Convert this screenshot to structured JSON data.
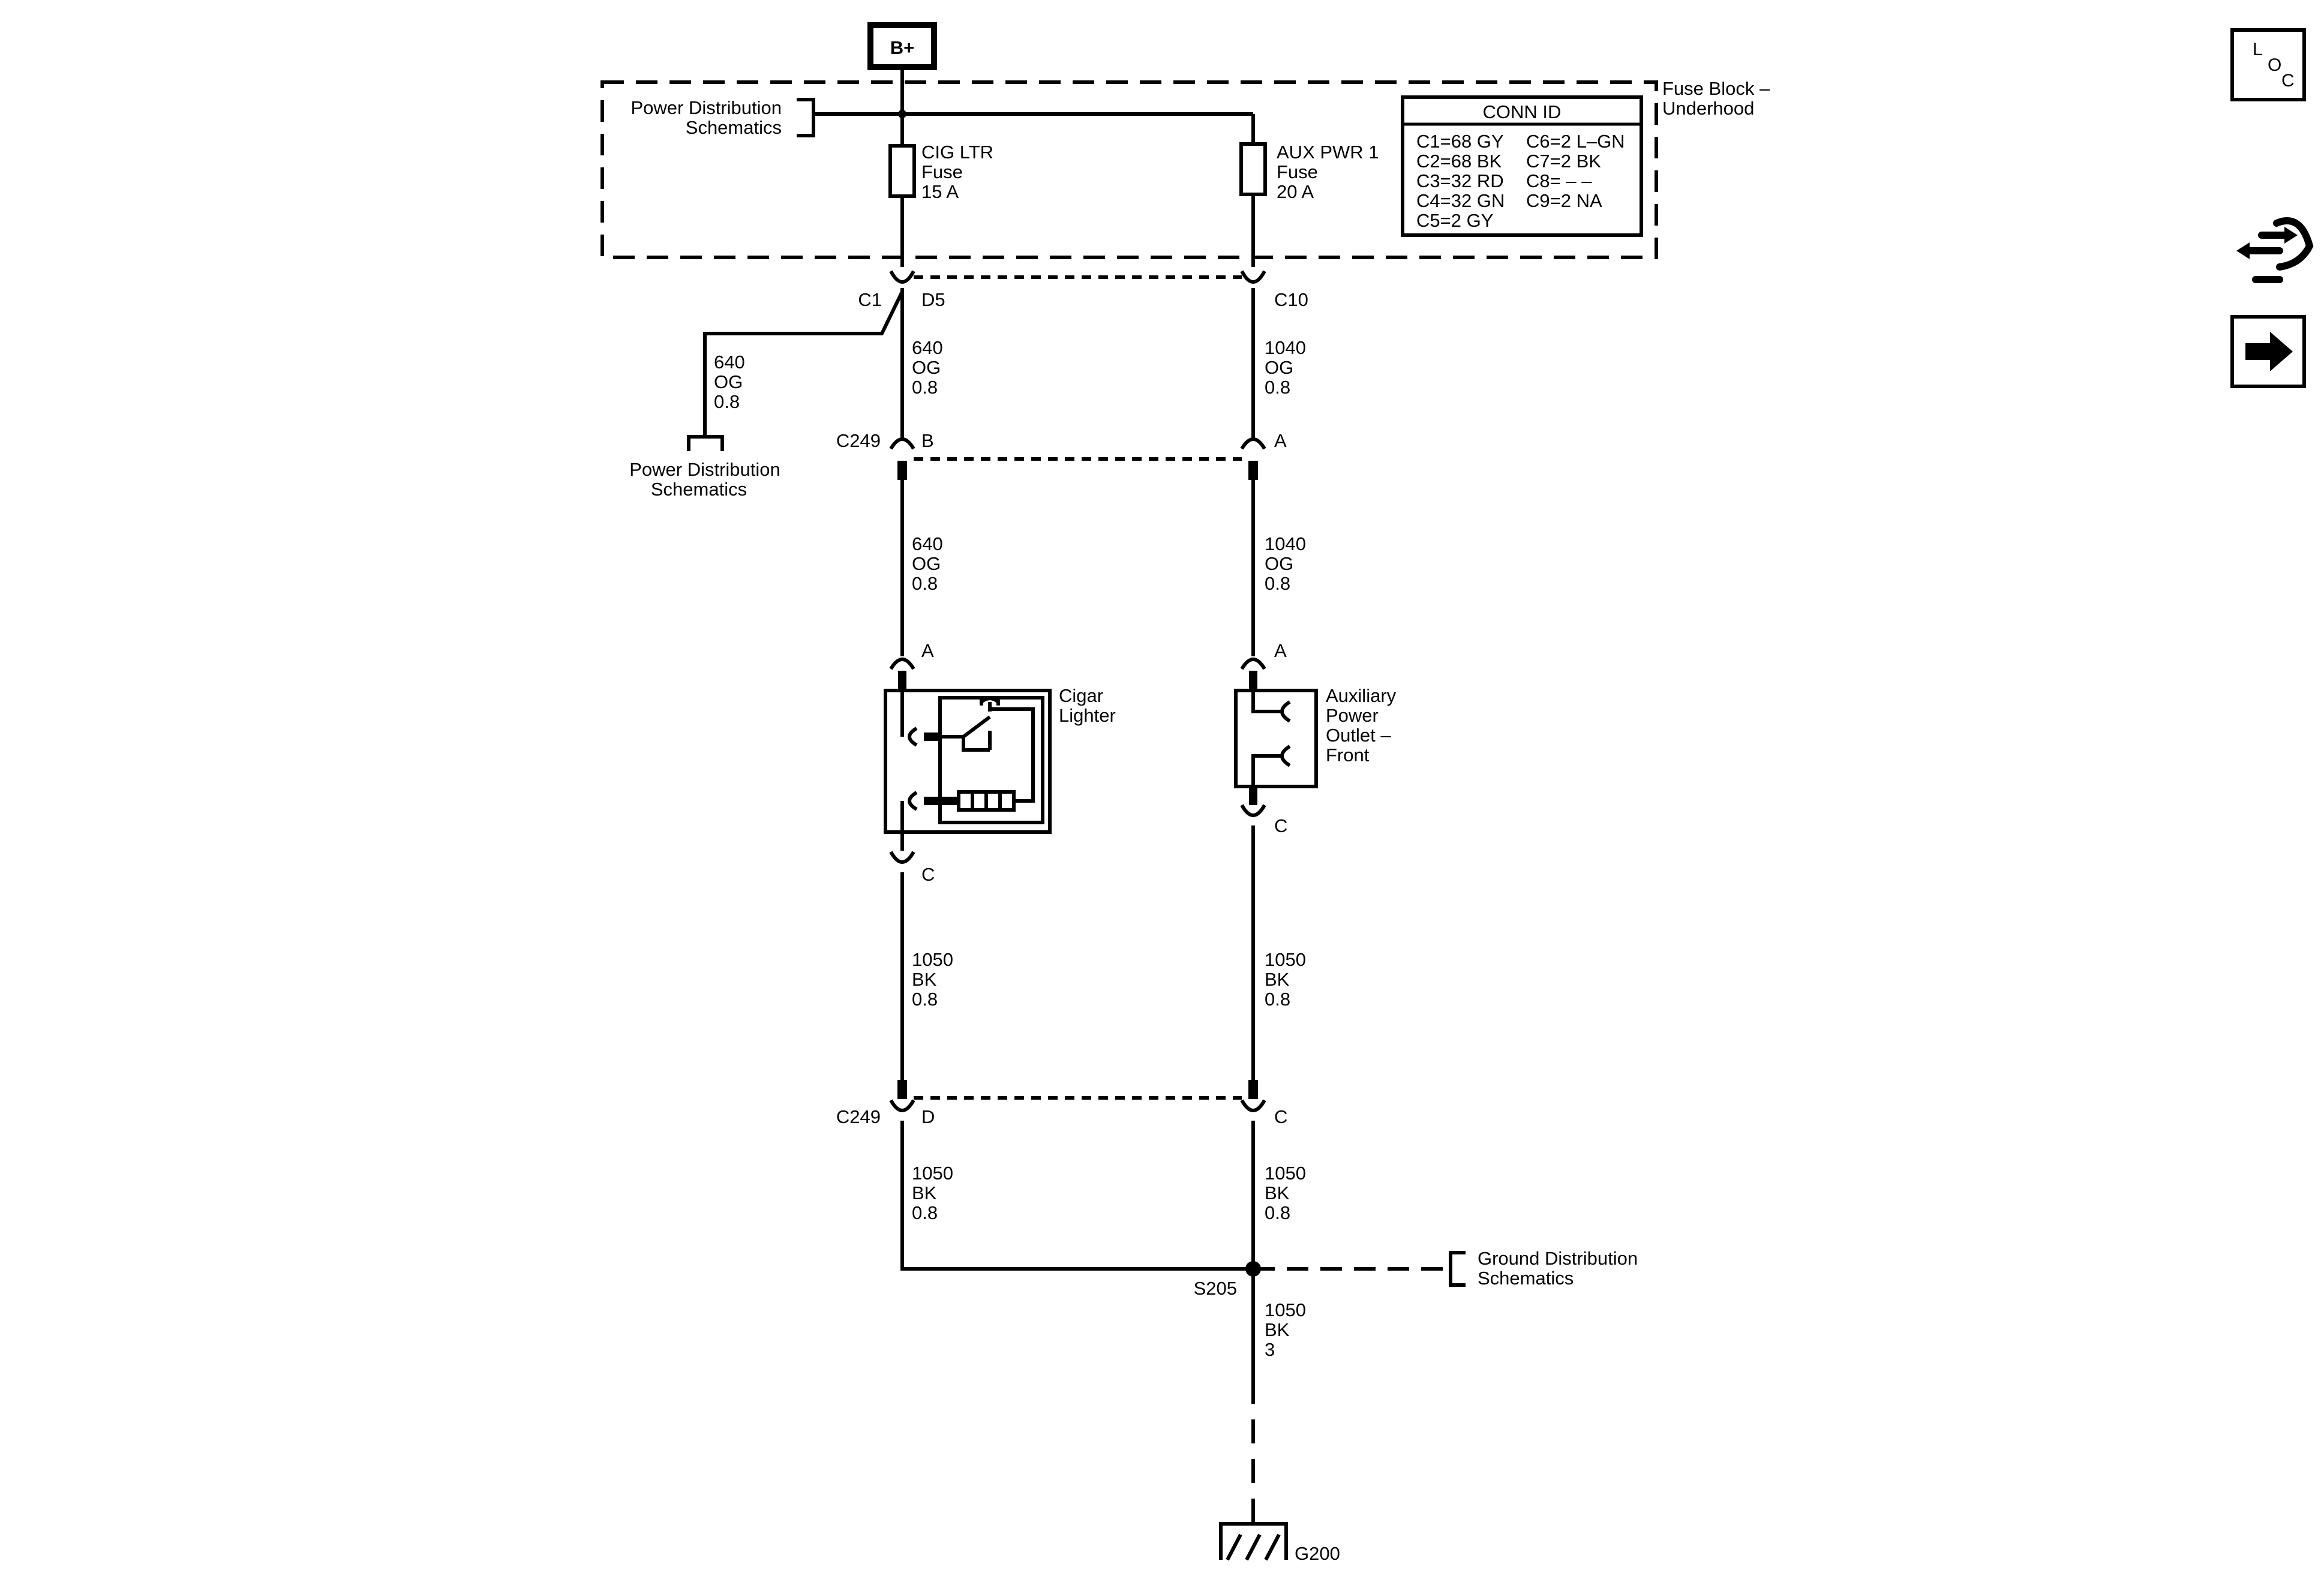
{
  "diagram": {
    "battery_label": "B+",
    "power_dist_top": [
      "Power Distribution",
      "Schematics"
    ],
    "power_dist_left": [
      "Power Distribution",
      "Schematics"
    ],
    "fuse_block_label": [
      "Fuse Block –",
      "Underhood"
    ],
    "fuse_cig": [
      "CIG LTR",
      "Fuse",
      "15 A"
    ],
    "fuse_aux": [
      "AUX PWR 1",
      "Fuse",
      "20 A"
    ],
    "conn_id": {
      "title": "CONN ID",
      "col1": [
        "C1=68 GY",
        "C2=68 BK",
        "C3=32 RD",
        "C4=32 GN",
        "C5=2 GY"
      ],
      "col2": [
        "C6=2 L–GN",
        "C7=2 BK",
        "C8= – –",
        "C9=2 NA"
      ]
    },
    "connectors": {
      "c1": "C1",
      "d5": "D5",
      "c10": "C10",
      "c249_top": "C249",
      "c249_top_b": "B",
      "c249_top_a": "A",
      "cig_in": "A",
      "aux_in": "A",
      "cig_out": "C",
      "aux_out": "C",
      "c249_bot": "C249",
      "c249_bot_d": "D",
      "c249_bot_c": "C"
    },
    "wires": {
      "branch": [
        "640",
        "OG",
        "0.8"
      ],
      "left_1": [
        "640",
        "OG",
        "0.8"
      ],
      "right_1": [
        "1040",
        "OG",
        "0.8"
      ],
      "left_2": [
        "640",
        "OG",
        "0.8"
      ],
      "right_2": [
        "1040",
        "OG",
        "0.8"
      ],
      "left_3": [
        "1050",
        "BK",
        "0.8"
      ],
      "right_3": [
        "1050",
        "BK",
        "0.8"
      ],
      "left_4": [
        "1050",
        "BK",
        "0.8"
      ],
      "right_4": [
        "1050",
        "BK",
        "0.8"
      ],
      "ground_wire": [
        "1050",
        "BK",
        "3"
      ]
    },
    "cigar_lighter": [
      "Cigar",
      "Lighter"
    ],
    "aux_outlet": [
      "Auxiliary",
      "Power",
      "Outlet –",
      "Front"
    ],
    "splice": "S205",
    "ground_dist": [
      "Ground Distribution",
      "Schematics"
    ],
    "ground": "G200"
  },
  "side_icons": {
    "loc_letters": [
      "L",
      "O",
      "C"
    ]
  }
}
